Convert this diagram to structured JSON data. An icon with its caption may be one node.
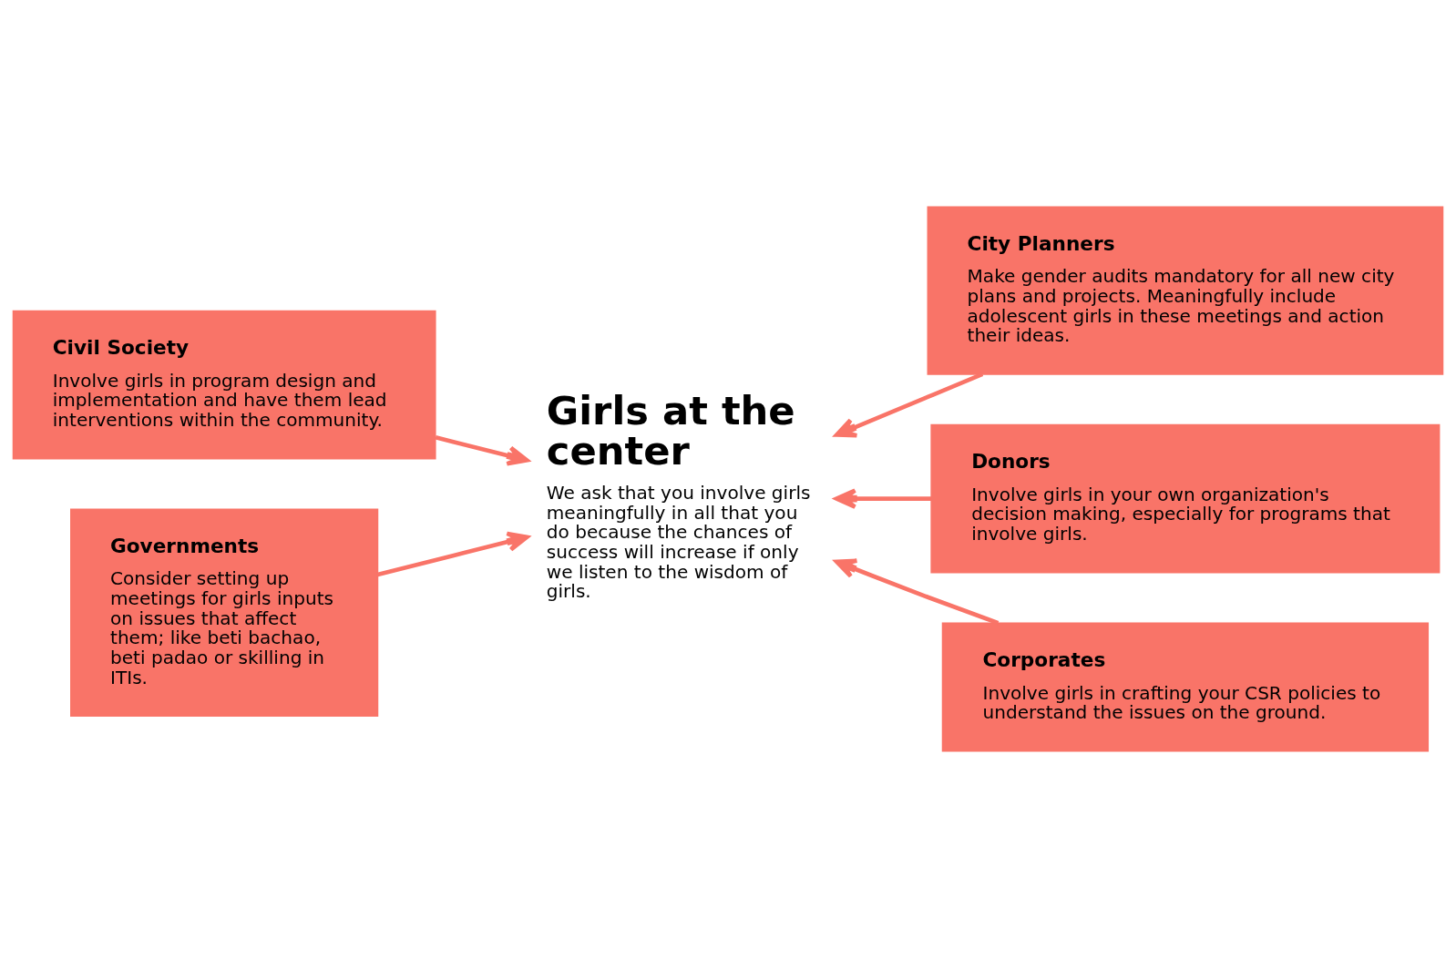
{
  "diagram": {
    "nodes": [
      {
        "text": [
          "Civil Society",
          "Involve girls in program design and implementation and have them lead interventions within the community."
        ]
      },
      {
        "text": [
          "City Planners",
          "Make gender audits mandatory for all new city plans and projects. Meaningfully include adolescent girls in these meetings and action their ideas."
        ]
      },
      {
        "text": [
          "Donors",
          "Involve girls in your own organization's decision making, especially for programs that involve girls."
        ]
      },
      {
        "text": [
          "Corporates",
          "Involve girls in crafting your CSR policies to understand the issues on the ground."
        ]
      },
      {
        "text": [
          "Governments",
          "Consider setting up meetings for girls inputs on issues that affect them; like beti bachao, beti padao or skilling in ITIs."
        ]
      },
      {
        "text": [
          "Girls at the center",
          "We ask that you involve girls meaningfully in all that you do because the chances of success will increase if only we listen to the wisdom of girls."
        ]
      }
    ],
    "edges": [
      {
        "from": 0,
        "to": 5,
        "arrow": "to"
      },
      {
        "from": 1,
        "to": 5,
        "arrow": "to"
      },
      {
        "from": 2,
        "to": 5,
        "arrow": "to"
      },
      {
        "from": 3,
        "to": 5,
        "arrow": "to"
      },
      {
        "from": 4,
        "to": 5,
        "arrow": "to"
      }
    ]
  }
}
